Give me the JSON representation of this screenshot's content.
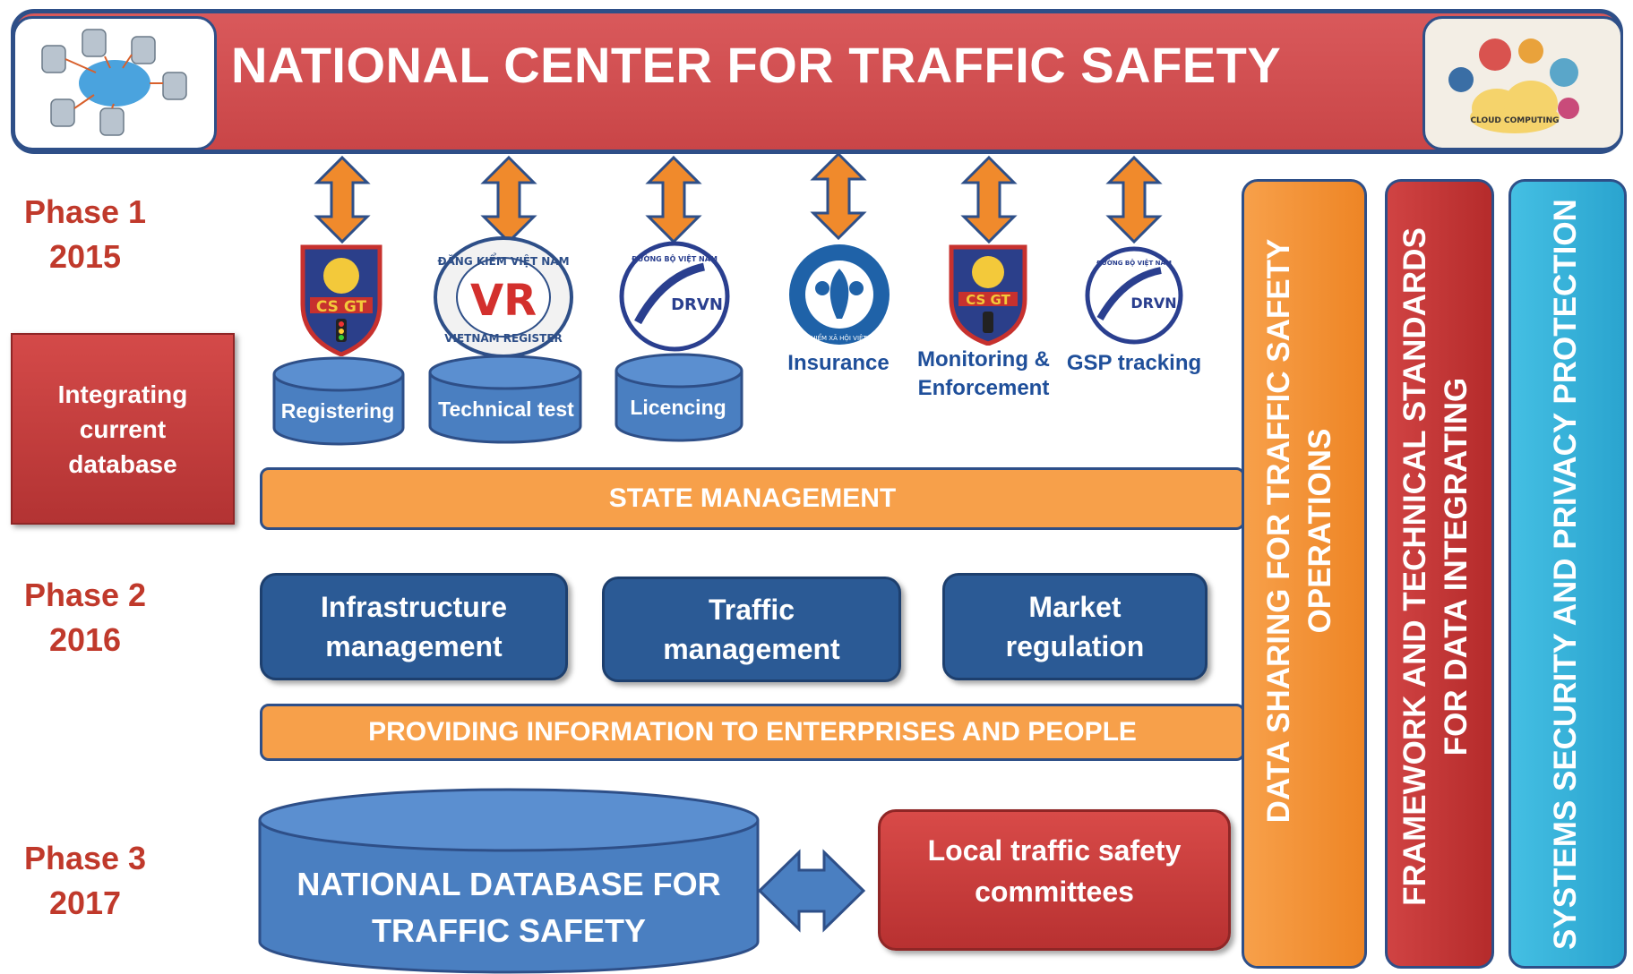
{
  "header": {
    "title": "NATIONAL CENTER FOR TRAFFIC SAFETY"
  },
  "phases": [
    {
      "label": "Phase 1",
      "year": "2015"
    },
    {
      "label": "Phase 2",
      "year": "2016"
    },
    {
      "label": "Phase 3",
      "year": "2017"
    }
  ],
  "integrating": {
    "line1": "Integrating",
    "line2": "current",
    "line3": "database"
  },
  "logos": {
    "csgt": "CS GT",
    "register_top": "ĐĂNG KIỂM VIỆT NAM",
    "register_bottom": "VIETNAM REGISTER",
    "register_mark": "VR",
    "drvn_top": "ĐƯỜNG BỘ VIỆT NAM",
    "drvn": "DRVN",
    "insurance_ring": "BẢO HIỂM XÃ HỘI VIỆT NAM",
    "cloud": "CLOUD COMPUTING"
  },
  "databases": [
    {
      "label": "Registering"
    },
    {
      "label": "Technical test"
    },
    {
      "label": "Licencing"
    }
  ],
  "org_labels": {
    "insurance": "Insurance",
    "monitoring_line1": "Monitoring &",
    "monitoring_line2": "Enforcement",
    "gsp": "GSP tracking"
  },
  "bars": {
    "state": "STATE MANAGEMENT",
    "providing": "PROVIDING INFORMATION TO ENTERPRISES AND PEOPLE"
  },
  "phase2_boxes": [
    {
      "line1": "Infrastructure",
      "line2": "management"
    },
    {
      "line1": "Traffic",
      "line2": "management"
    },
    {
      "line1": "Market",
      "line2": "regulation"
    }
  ],
  "national_db": {
    "line1": "NATIONAL DATABASE FOR",
    "line2": "TRAFFIC SAFETY"
  },
  "local": {
    "line1": "Local traffic safety",
    "line2": "committees"
  },
  "columns": [
    {
      "line1": "DATA SHARING FOR TRAFFIC SAFETY",
      "line2": "OPERATIONS",
      "color": "#f08a2c"
    },
    {
      "line1": "FRAMEWORK AND TECHNICAL STANDARDS",
      "line2": "FOR DATA INTEGRATING",
      "color": "#c83434"
    },
    {
      "line1": "SYSTEMS SECURITY AND PRIVACY PROTECTION",
      "line2": "",
      "color": "#2eaed6"
    }
  ],
  "colors": {
    "header_red": "#d05153",
    "navy": "#2b5a95",
    "orange": "#f7a04a",
    "phase_red": "#c0392b"
  }
}
